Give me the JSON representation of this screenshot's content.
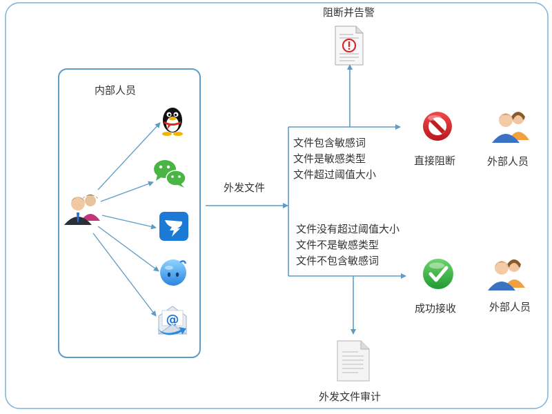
{
  "internal": {
    "title": "内部人员"
  },
  "channels": [
    {
      "name": "qq",
      "icon": "qq-penguin-icon"
    },
    {
      "name": "wechat",
      "icon": "wechat-icon"
    },
    {
      "name": "dingtalk",
      "icon": "dingtalk-icon"
    },
    {
      "name": "im-chat",
      "icon": "chat-bubble-icon"
    },
    {
      "name": "email",
      "icon": "email-icon"
    }
  ],
  "flow": {
    "label": "外发文件"
  },
  "block_rules": [
    "文件包含敏感词",
    "文件是敏感类型",
    "文件超过阈值大小"
  ],
  "pass_rules": [
    "文件没有超过阈值大小",
    "文件不是敏感类型",
    "文件不包含敏感词"
  ],
  "outcomes": {
    "alert": "阻断并告警",
    "block": "直接阻断",
    "success": "成功接收",
    "audit": "外发文件审计",
    "external_top": "外部人员",
    "external_bottom": "外部人员"
  },
  "colors": {
    "line": "#5b9bc6",
    "frame": "#7fb1d6",
    "block_red": "#d8262b",
    "ok_green": "#37b34a"
  }
}
